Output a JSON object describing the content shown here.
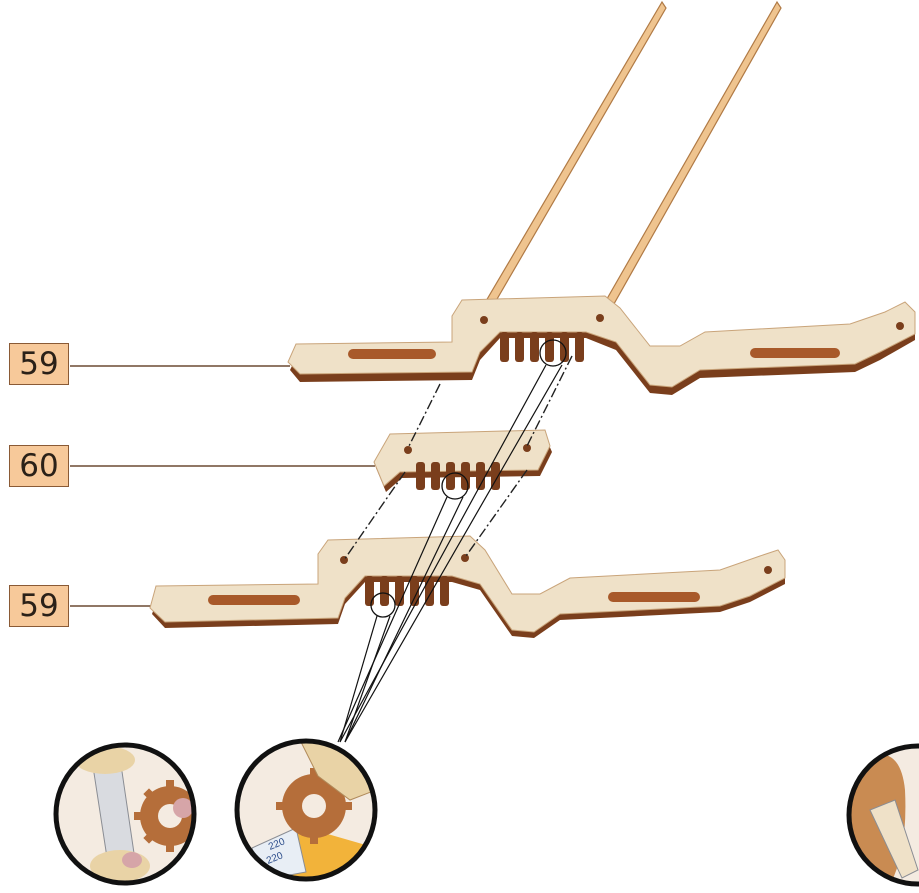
{
  "labels": [
    {
      "id": "part-59-top",
      "text": "59"
    },
    {
      "id": "part-60",
      "text": "60"
    },
    {
      "id": "part-59-bottom",
      "text": "59"
    }
  ],
  "detail_views": {
    "sandpaper_grits": [
      "220",
      "220"
    ]
  },
  "colors": {
    "wood_face": "#efe1c8",
    "wood_edge": "#a8592a",
    "wood_dark": "#7a3e1c",
    "label_fill": "#f7c99a",
    "skewer": "#efc48f",
    "sandpaper": "#f2b33a",
    "line": "#6b4a32"
  },
  "icons": [
    "wooden-skewer-icon",
    "gear-icon",
    "sandpaper-icon",
    "finger-icon"
  ]
}
